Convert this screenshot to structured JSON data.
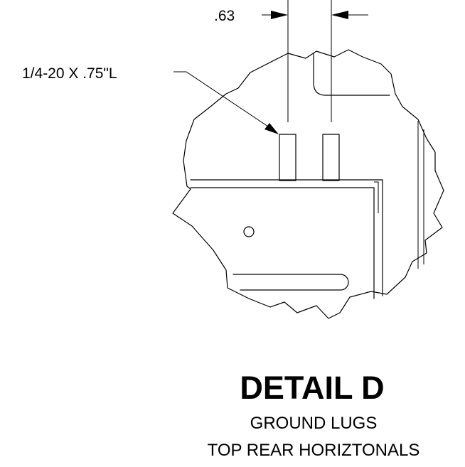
{
  "dimension": {
    "spacing": ".63",
    "bolt": "1/4-20 X .75\"L"
  },
  "caption": {
    "title": "DETAIL  D",
    "line1": "GROUND LUGS",
    "line2": "TOP REAR HORIZTONALS"
  }
}
